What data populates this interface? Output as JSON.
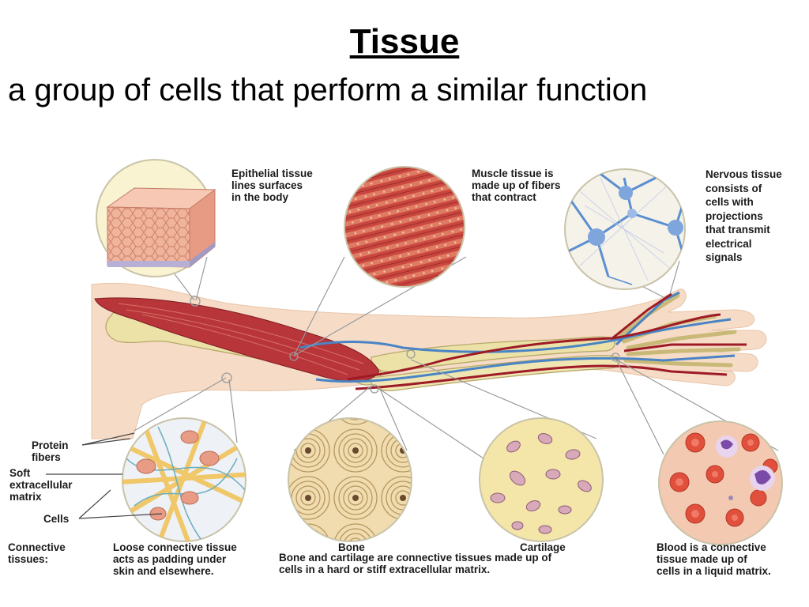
{
  "heading": {
    "title": "Tissue",
    "subtitle": "a group of cells that perform a similar function"
  },
  "callouts": {
    "epithelial": [
      "Epithelial tissue",
      "lines surfaces",
      "in the body"
    ],
    "muscle": [
      "Muscle tissue is",
      "made up of fibers",
      "that contract"
    ],
    "nervous": [
      "Nervous tissue",
      "consists of",
      "cells with",
      "projections",
      "that transmit",
      "electrical",
      "signals"
    ],
    "protein_fibers": [
      "Protein",
      "fibers"
    ],
    "soft_matrix": [
      "Soft",
      "extracellular",
      "matrix"
    ],
    "cells": "Cells",
    "connective": [
      "Connective",
      "tissues:"
    ],
    "loose": [
      "Loose connective tissue",
      "acts as padding under",
      "skin and elsewhere."
    ],
    "bone": "Bone",
    "cartilage": "Cartilage",
    "bone_cartilage": [
      "Bone and cartilage are connective tissues made up of",
      "cells in a hard or stiff extracellular matrix."
    ],
    "blood": [
      "Blood is a connective",
      "tissue made up of",
      "cells in a liquid matrix."
    ]
  },
  "colors": {
    "skin": "#f6dcc6",
    "muscle": "#b8353a",
    "bone": "#ece2a8",
    "artery": "#9e1b26",
    "vein": "#4a84c4",
    "blood_bg": "#f4c9b2",
    "cartilage_bg": "#f4e6a8"
  }
}
